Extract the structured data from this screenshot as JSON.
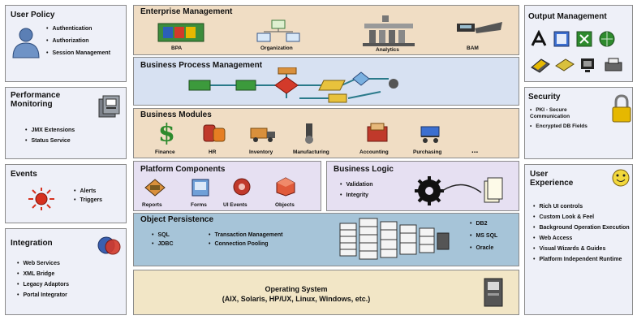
{
  "user_policy": {
    "title": "User Policy",
    "items": [
      "Authentication",
      "Authorization",
      "Session Management"
    ]
  },
  "performance_monitoring": {
    "title": "Performance Monitoring",
    "items": [
      "JMX Extensions",
      "Status Service"
    ]
  },
  "events": {
    "title": "Events",
    "items": [
      "Alerts",
      "Triggers"
    ]
  },
  "integration": {
    "title": "Integration",
    "items": [
      "Web Services",
      "XML Bridge",
      "Legacy Adaptors",
      "Portal Integrator"
    ]
  },
  "enterprise_management": {
    "title": "Enterprise Management",
    "labels": [
      "BPA",
      "Organization",
      "Analytics",
      "BAM"
    ]
  },
  "business_process_management": {
    "title": "Business Process Management"
  },
  "business_modules": {
    "title": "Business Modules",
    "labels": [
      "Finance",
      "HR",
      "Inventory",
      "Manufacturing",
      "Accounting",
      "Purchasing",
      "..."
    ]
  },
  "platform_components": {
    "title": "Platform Components",
    "labels": [
      "Reports",
      "Forms",
      "UI Events",
      "Objects"
    ]
  },
  "business_logic": {
    "title": "Business Logic",
    "items": [
      "Validation",
      "Integrity"
    ]
  },
  "object_persistence": {
    "title": "Object Persistence",
    "col1": [
      "SQL",
      "JDBC"
    ],
    "col2": [
      "Transaction Management",
      "Connection Pooling"
    ],
    "col3": [
      "DB2",
      "MS SQL",
      "Oracle"
    ]
  },
  "operating_system": {
    "title": "Operating System",
    "subtitle": "(AIX, Solaris, HP/UX, Linux, Windows, etc.)"
  },
  "output_management": {
    "title": "Output Management"
  },
  "security": {
    "title": "Security",
    "items": [
      "PKI - Secure Communication",
      "Encrypted DB Fields"
    ]
  },
  "user_experience": {
    "title": "User Experience",
    "items": [
      "Rich UI controls",
      "Custom Look & Feel",
      "Background Operation Execution",
      "Web Access",
      "Visual Wizards & Guides",
      "Platform Independent Runtime"
    ]
  },
  "colors": {
    "side_panel": "#eef0f8",
    "enterprise": "#f0ddc4",
    "process": "#d7e1f2",
    "modules": "#f0ddc4",
    "platform": "#e6e0f2",
    "persistence": "#a6c4d8",
    "os": "#f2e6c6"
  }
}
